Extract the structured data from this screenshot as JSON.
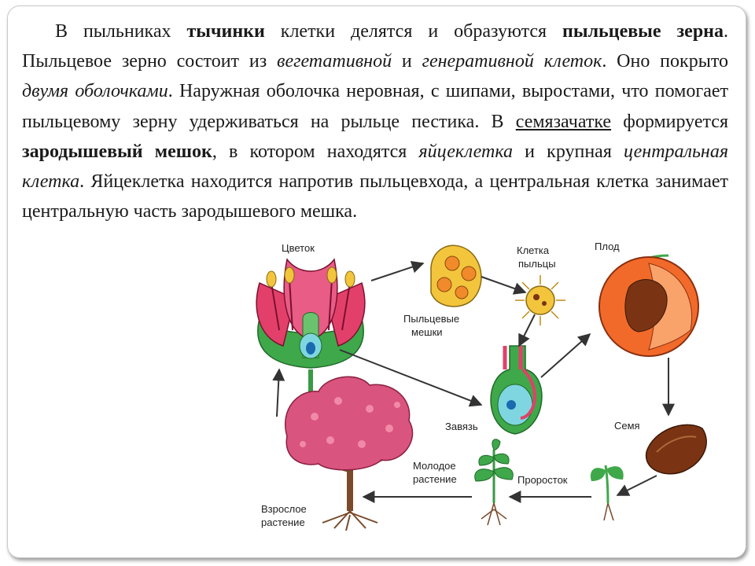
{
  "paragraph": [
    {
      "t": "В пыльниках ",
      "s": ""
    },
    {
      "t": "тычинки",
      "s": "b"
    },
    {
      "t": " клетки делятся и образуются ",
      "s": ""
    },
    {
      "t": "пыльцевые зерна",
      "s": "b"
    },
    {
      "t": ". Пыльцевое зерно состоит из ",
      "s": ""
    },
    {
      "t": "вегетативной",
      "s": "i"
    },
    {
      "t": " и ",
      "s": ""
    },
    {
      "t": "генеративной клеток",
      "s": "i"
    },
    {
      "t": ". Оно покрыто ",
      "s": ""
    },
    {
      "t": "двумя оболочками",
      "s": "i"
    },
    {
      "t": ". Наружная оболочка неровная, с шипами, выростами, что помогает пыльцевому зерну удерживаться на рыльце пестика. В ",
      "s": ""
    },
    {
      "t": "семязачатке",
      "s": "u"
    },
    {
      "t": " формируется ",
      "s": ""
    },
    {
      "t": "зародышевый мешок",
      "s": "b"
    },
    {
      "t": ", в котором находятся ",
      "s": ""
    },
    {
      "t": "яйцеклетка",
      "s": "i"
    },
    {
      "t": " и крупная ",
      "s": ""
    },
    {
      "t": "центральная клетка",
      "s": "i"
    },
    {
      "t": ". Яйцеклетка находится напротив пыльцевхода, а центральная клетка занимает центральную часть зародышевого мешка.",
      "s": ""
    }
  ],
  "labels": {
    "flower": "Цветок",
    "pollen_cell_1": "Клетка",
    "pollen_cell_2": "пыльцы",
    "fruit": "Плод",
    "pollen_sacs_1": "Пыльцевые",
    "pollen_sacs_2": "мешки",
    "ovary": "Завязь",
    "seed": "Семя",
    "young_plant_1": "Молодое",
    "young_plant_2": "растение",
    "sprout": "Проросток",
    "adult_plant_1": "Взрослое",
    "adult_plant_2": "растение"
  },
  "colors": {
    "petal": "#e2406a",
    "leaf": "#3fa84a",
    "pollen": "#f2c53d",
    "fruit": "#f26a2a",
    "seed": "#7a3414",
    "tree_crown": "#d9547e",
    "root": "#7a4a2a"
  }
}
